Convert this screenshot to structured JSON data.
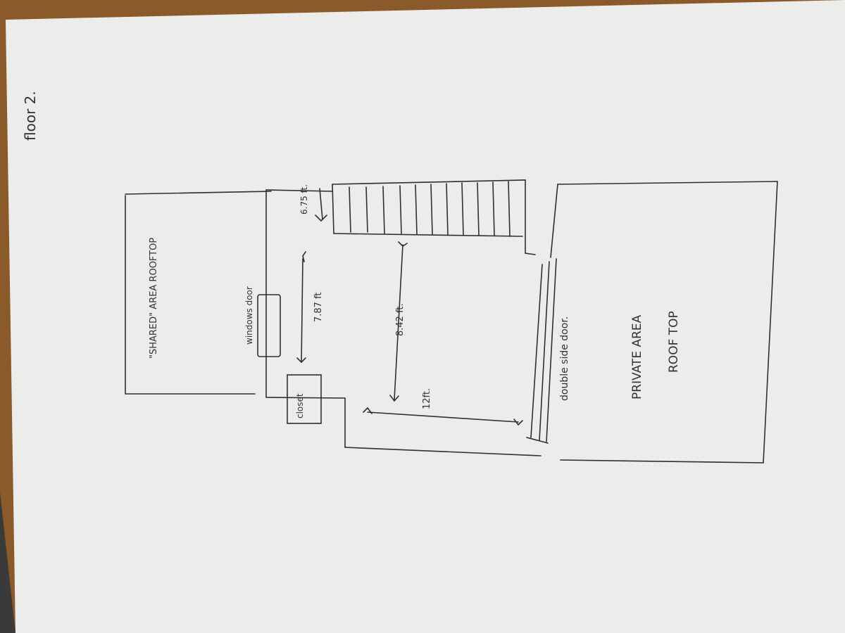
{
  "page_title": "floor 2.",
  "labels": {
    "shared_area": "\"SHARED\" AREA ROOFTOP",
    "windows_door": "windows door",
    "closet": "closet",
    "dim_787": "7.87 ft",
    "dim_842": "8.42 ft.",
    "dim_12": "12ft.",
    "dim_675": "6.75 ft.",
    "double_side_door": "double side door.",
    "private_area": "PRIVATE AREA",
    "roof_top": "ROOF TOP"
  },
  "colors": {
    "desk": "#8a5a2b",
    "paper": "#ececea",
    "ink": "#2f2f2f"
  }
}
